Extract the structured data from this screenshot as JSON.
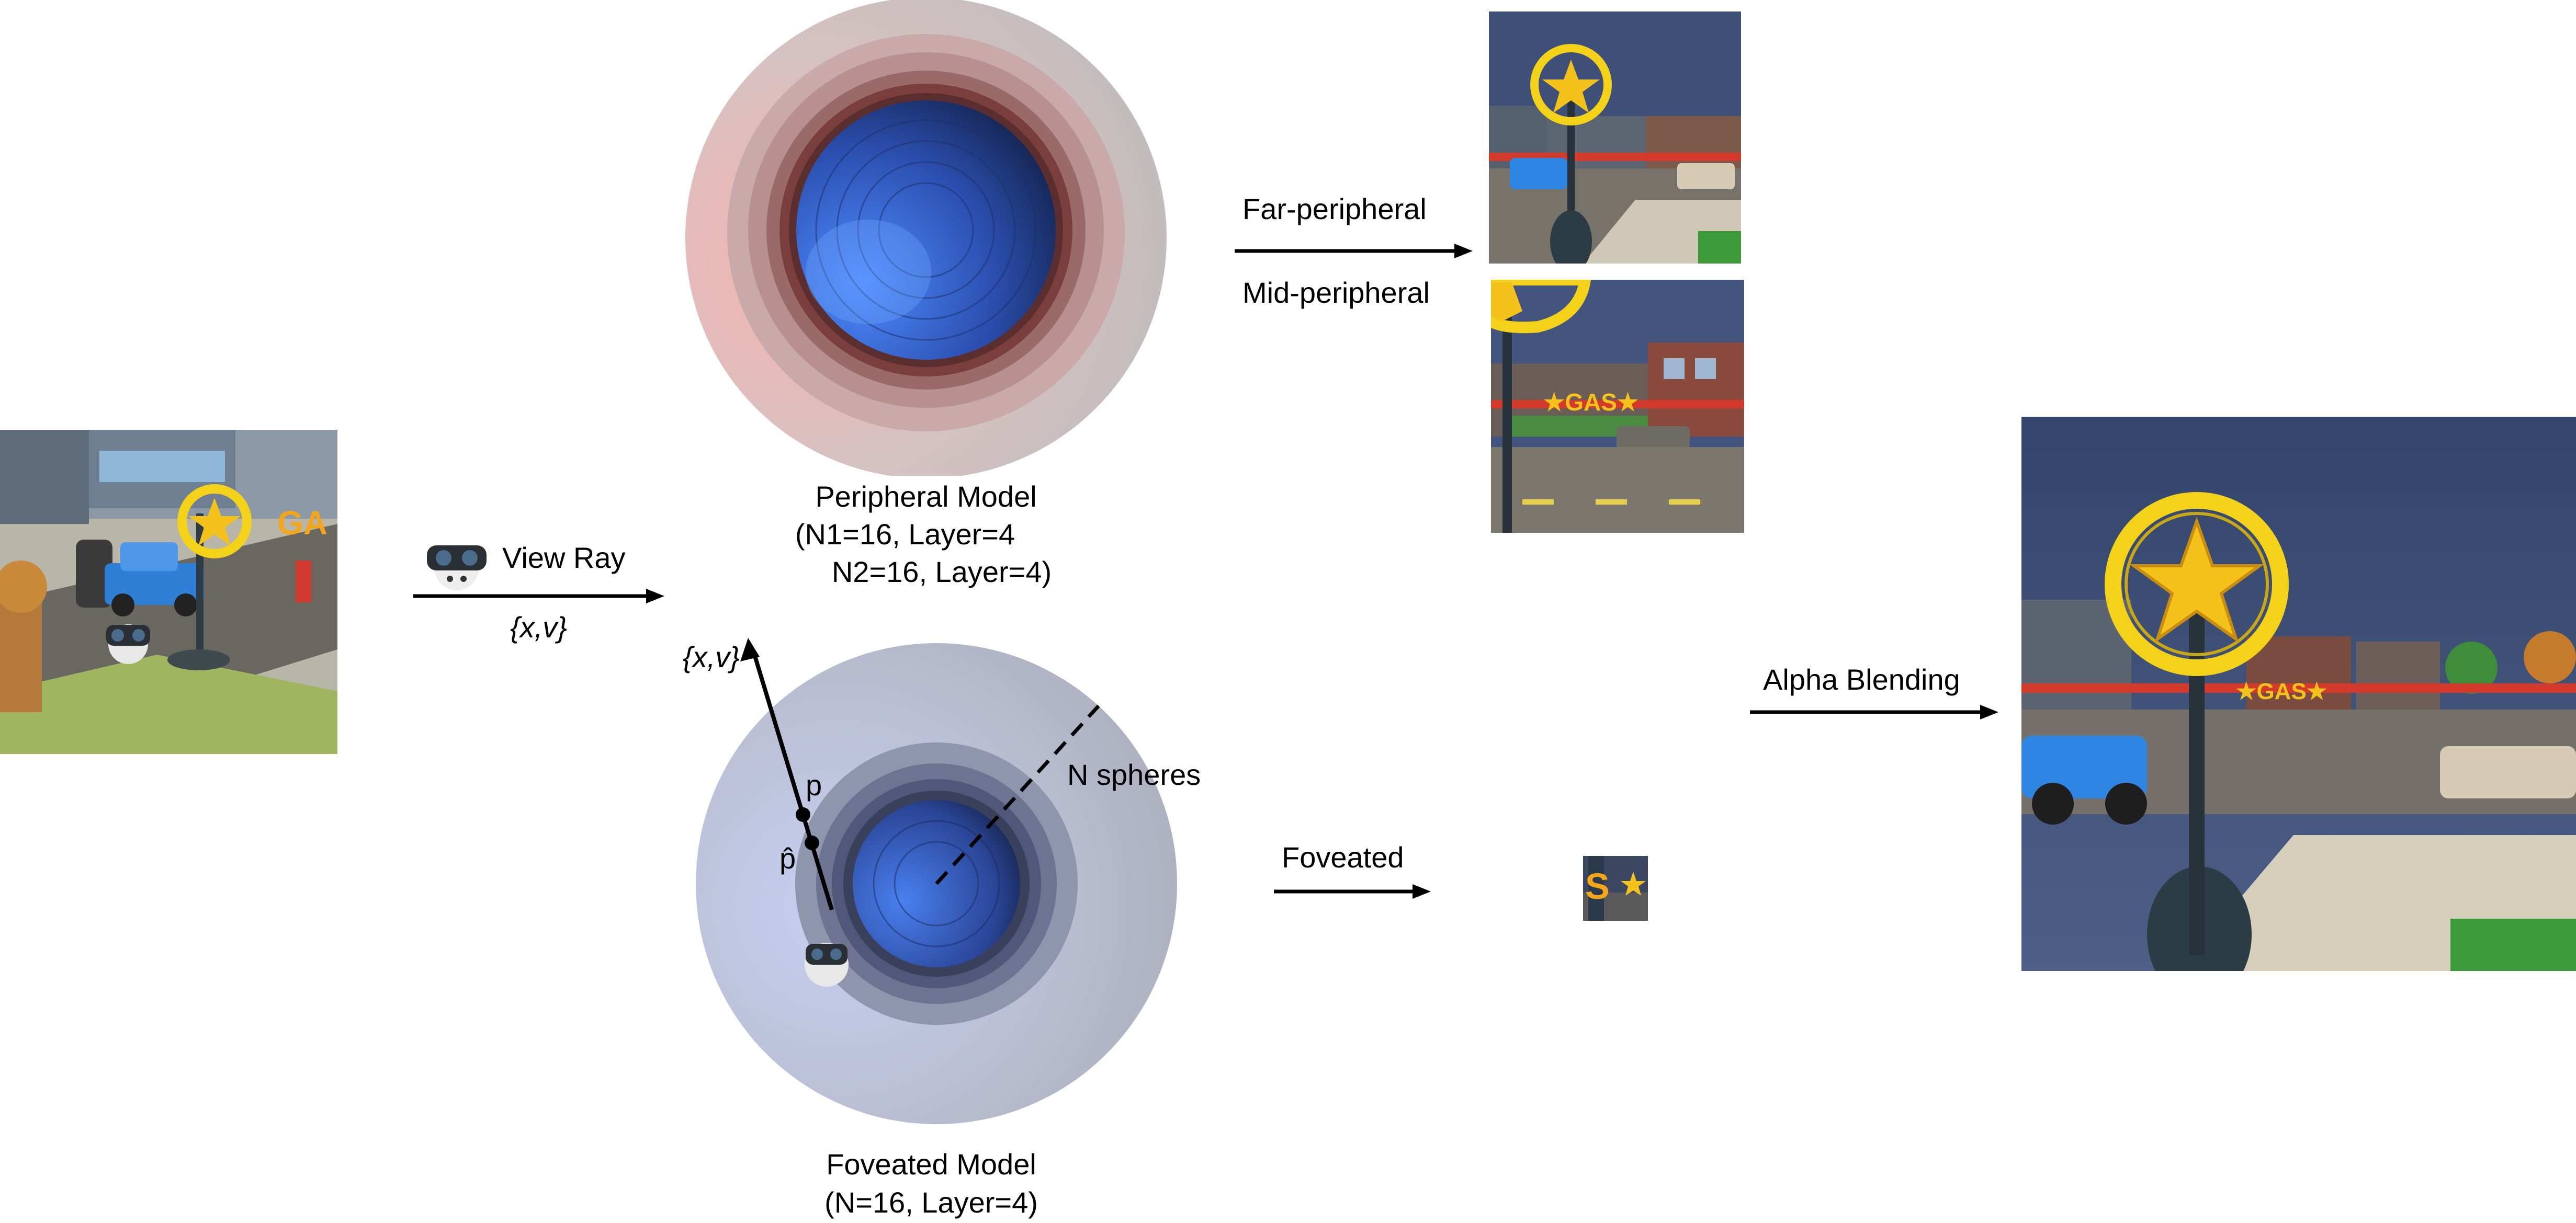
{
  "input": {
    "ray_label": "View Ray",
    "ray_params": "{x,v}"
  },
  "peripheral_model": {
    "title": "Peripheral Model",
    "line1": "(N1=16, Layer=4",
    "line2": "N2=16, Layer=4)"
  },
  "foveated_model": {
    "title": "Foveated Model",
    "line1": "(N=16, Layer=4)",
    "ray_params": "{x,v}",
    "point_p": "p",
    "point_p_hat": "p̂",
    "spheres_label": "N spheres"
  },
  "outputs": {
    "far_peripheral": "Far-peripheral",
    "mid_peripheral": "Mid-peripheral",
    "foveated": "Foveated"
  },
  "blend": {
    "label": "Alpha Blending"
  },
  "colors": {
    "peripheral_outer": "#c8b8b8",
    "peripheral_inner": "#3a66e0",
    "foveated_outer": "#b8bccc",
    "foveated_inner": "#3a66e0",
    "sky": "#3d4f72",
    "sign_yellow": "#f4d21a",
    "road": "#6f6a62"
  },
  "icons": [
    "vr-headset-icon",
    "arrow-right-icon",
    "star-sign-icon"
  ]
}
